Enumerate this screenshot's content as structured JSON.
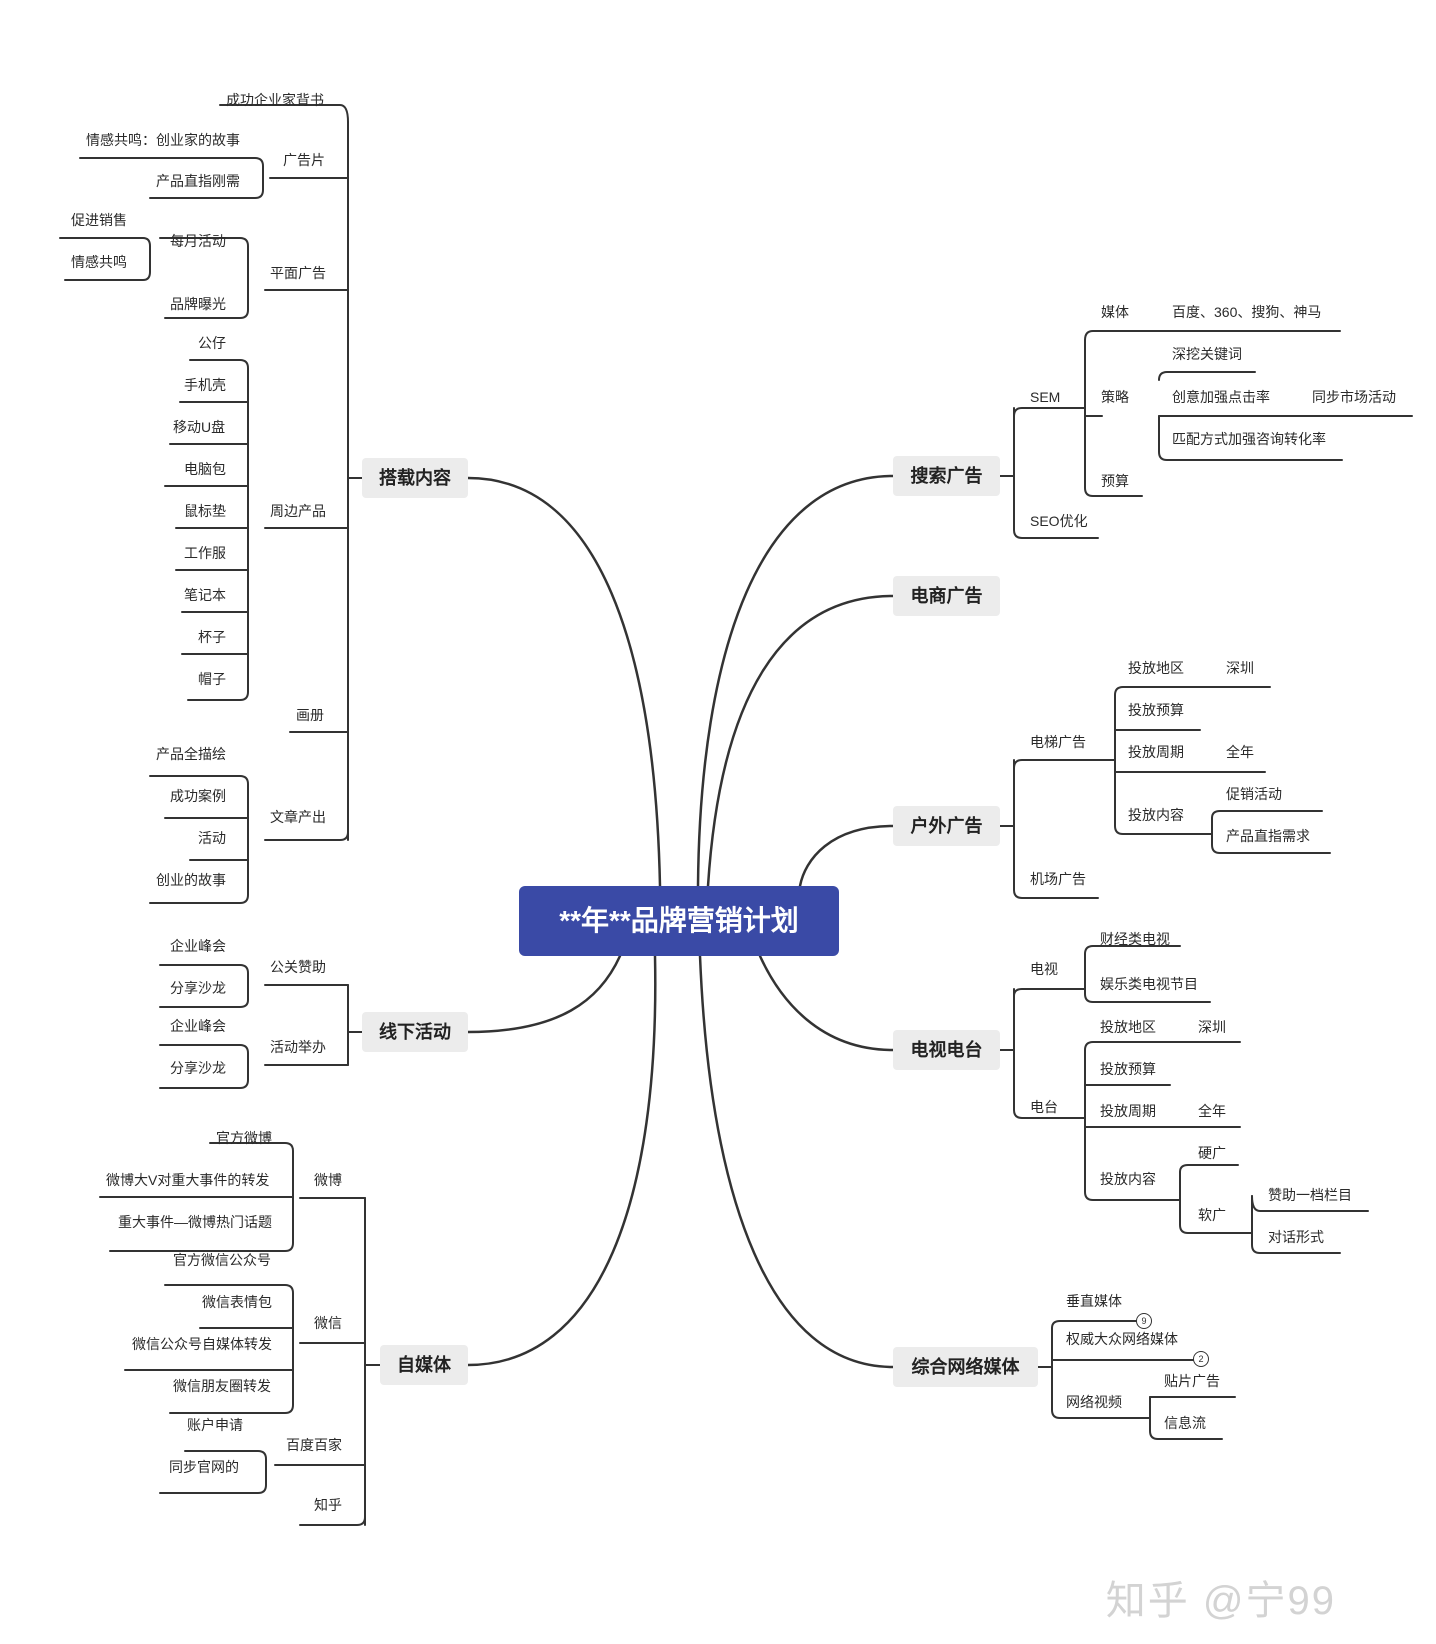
{
  "root": "**年**品牌营销计划",
  "left": {
    "carry": {
      "title": "搭载内容",
      "top_item": "成功企业家背书",
      "ad_film": {
        "label": "广告片",
        "items": [
          "情感共鸣：创业家的故事",
          "产品直指刚需"
        ]
      },
      "print_ad": {
        "label": "平面广告",
        "monthly": "每月活动",
        "monthly_items": [
          "促进销售",
          "情感共鸣"
        ],
        "exposure": "品牌曝光"
      },
      "merch": {
        "label": "周边产品",
        "items": [
          "公仔",
          "手机壳",
          "移动U盘",
          "电脑包",
          "鼠标垫",
          "工作服",
          "笔记本",
          "杯子",
          "帽子"
        ]
      },
      "album": "画册",
      "articles": {
        "label": "文章产出",
        "items": [
          "产品全描绘",
          "成功案例",
          "活动",
          "创业的故事"
        ]
      }
    },
    "offline": {
      "title": "线下活动",
      "pr": {
        "label": "公关赞助",
        "items": [
          "企业峰会",
          "分享沙龙"
        ]
      },
      "hosted": {
        "label": "活动举办",
        "items": [
          "企业峰会",
          "分享沙龙"
        ]
      }
    },
    "selfmedia": {
      "title": "自媒体",
      "weibo": {
        "label": "微博",
        "items": [
          "官方微博",
          "微博大V对重大事件的转发",
          "重大事件—微博热门话题"
        ]
      },
      "wechat": {
        "label": "微信",
        "items": [
          "官方微信公众号",
          "微信表情包",
          "微信公众号自媒体转发",
          "微信朋友圈转发"
        ]
      },
      "baidu": {
        "label": "百度百家",
        "items": [
          "账户申请",
          "同步官网的"
        ]
      },
      "zhihu": "知乎"
    }
  },
  "right": {
    "search": {
      "title": "搜索广告",
      "sem": "SEM",
      "media": "媒体",
      "media_value": "百度、360、搜狗、神马",
      "strategy": "策略",
      "strategy_items": [
        "深挖关键词",
        "创意加强点击率",
        "匹配方式加强咨询转化率"
      ],
      "strategy_extra": "同步市场活动",
      "budget": "预算",
      "seo": "SEO优化"
    },
    "ecommerce": {
      "title": "电商广告"
    },
    "outdoor": {
      "title": "户外广告",
      "elevator": "电梯广告",
      "area": "投放地区",
      "area_value": "深圳",
      "budget": "投放预算",
      "period": "投放周期",
      "period_value": "全年",
      "content": "投放内容",
      "content_items": [
        "促销活动",
        "产品直指需求"
      ],
      "airport": "机场广告"
    },
    "tv": {
      "title": "电视电台",
      "tv": "电视",
      "tv_items": [
        "财经类电视",
        "娱乐类电视节目"
      ],
      "radio": "电台",
      "area": "投放地区",
      "area_value": "深圳",
      "budget": "投放预算",
      "period": "投放周期",
      "period_value": "全年",
      "content": "投放内容",
      "hard": "硬广",
      "soft": "软广",
      "soft_items": [
        "赞助一档栏目",
        "对话形式"
      ]
    },
    "network": {
      "title": "综合网络媒体",
      "vertical": "垂直媒体",
      "vertical_count": "9",
      "authority": "权威大众网络媒体",
      "authority_count": "2",
      "video": "网络视频",
      "video_items": [
        "贴片广告",
        "信息流"
      ]
    }
  },
  "watermark": "知乎 @宁99"
}
